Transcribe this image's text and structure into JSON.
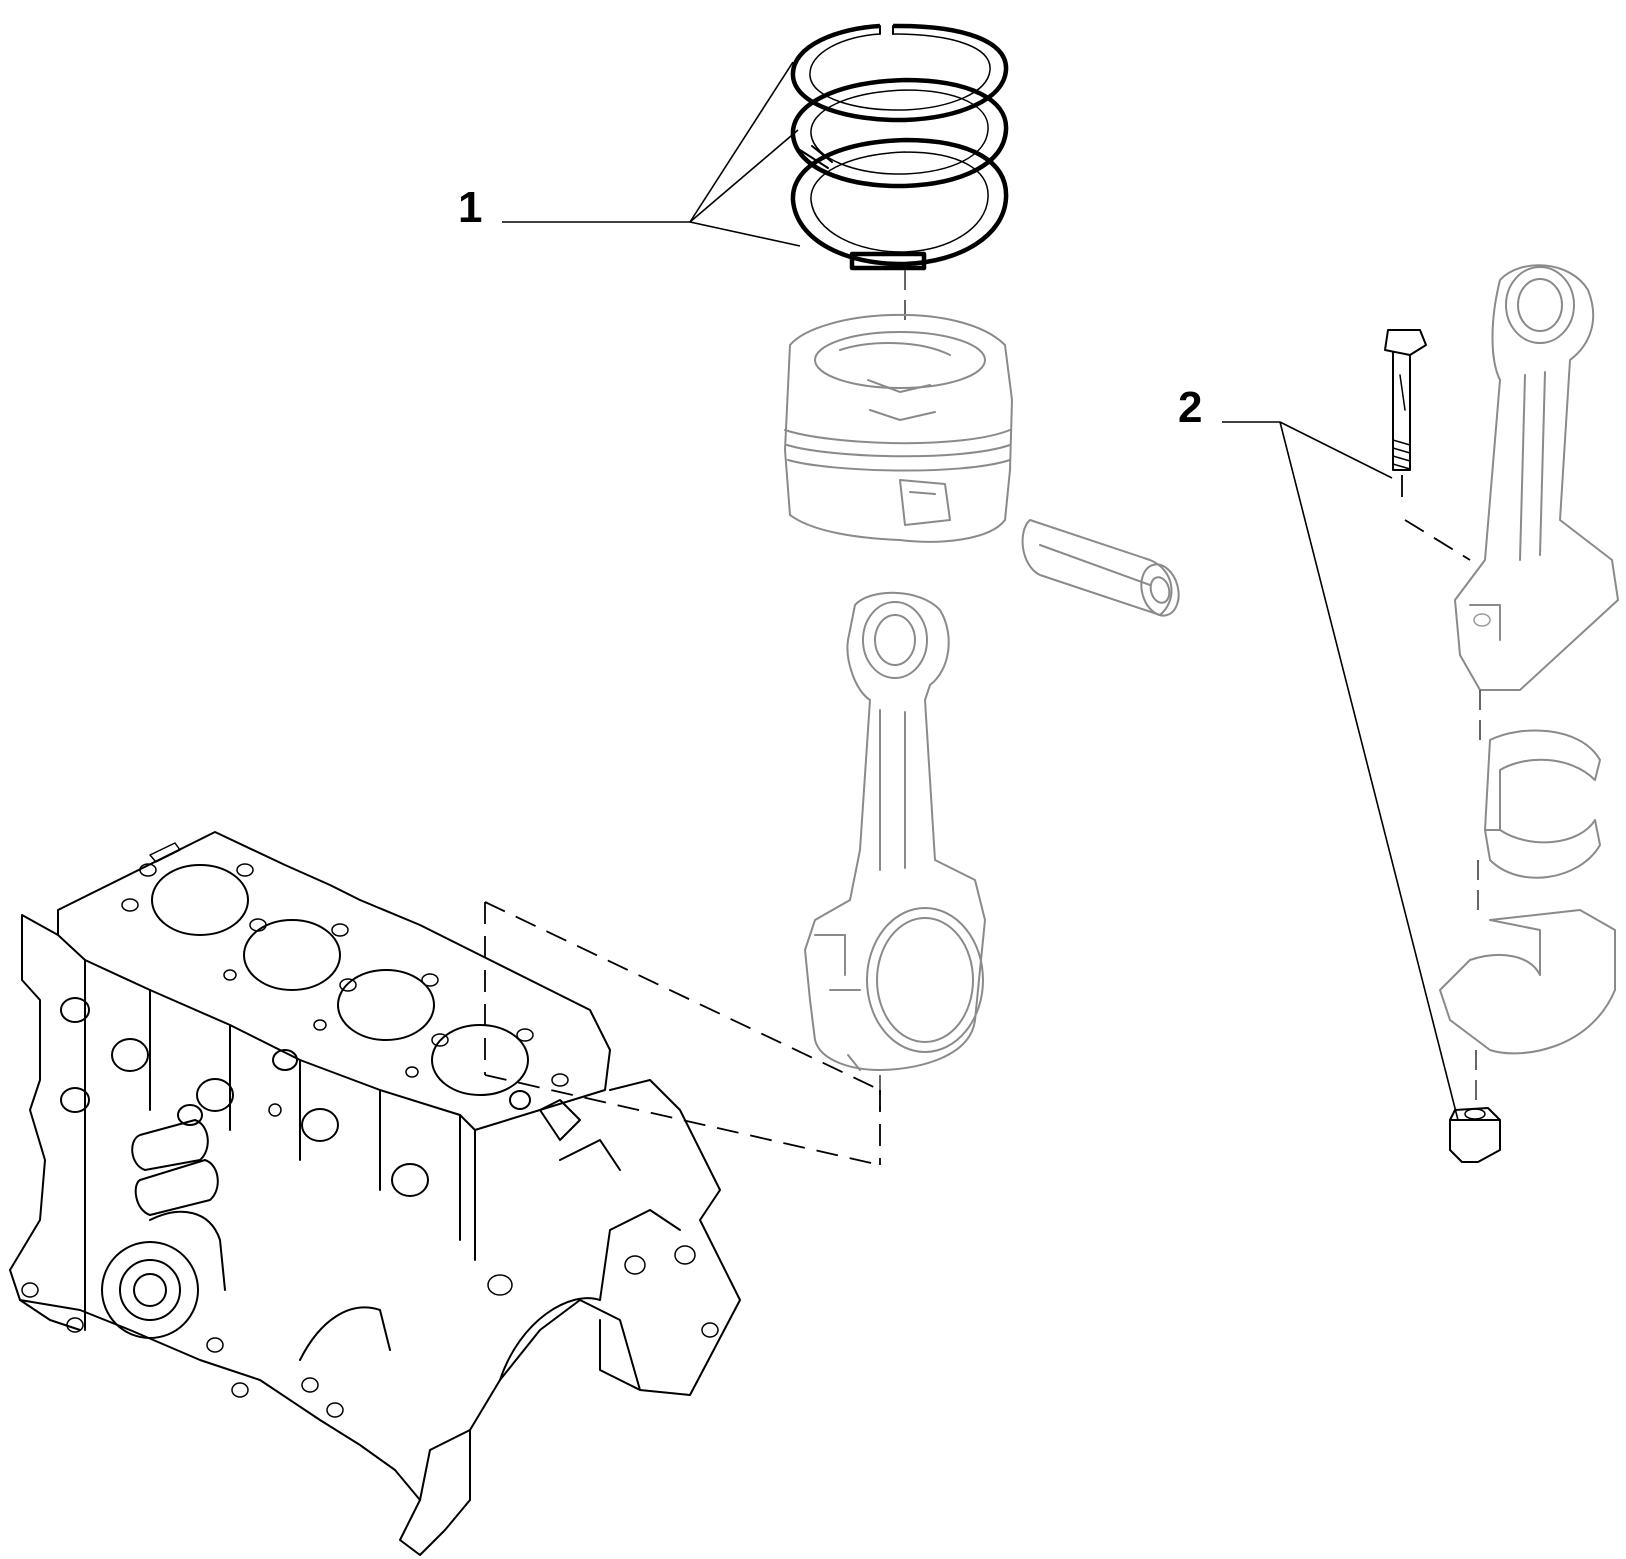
{
  "callouts": [
    {
      "id": "1",
      "label": "1"
    },
    {
      "id": "2",
      "label": "2"
    }
  ],
  "parts": {
    "piston_rings": "piston-rings-set",
    "piston": "piston",
    "piston_pin": "piston-pin",
    "connecting_rod": "connecting-rod",
    "connecting_rod_exploded": "connecting-rod-exploded",
    "bearing_shells": "bearing-shells",
    "rod_bolt": "connecting-rod-bolt",
    "rod_nut": "connecting-rod-nut",
    "engine_block": "engine-block"
  }
}
